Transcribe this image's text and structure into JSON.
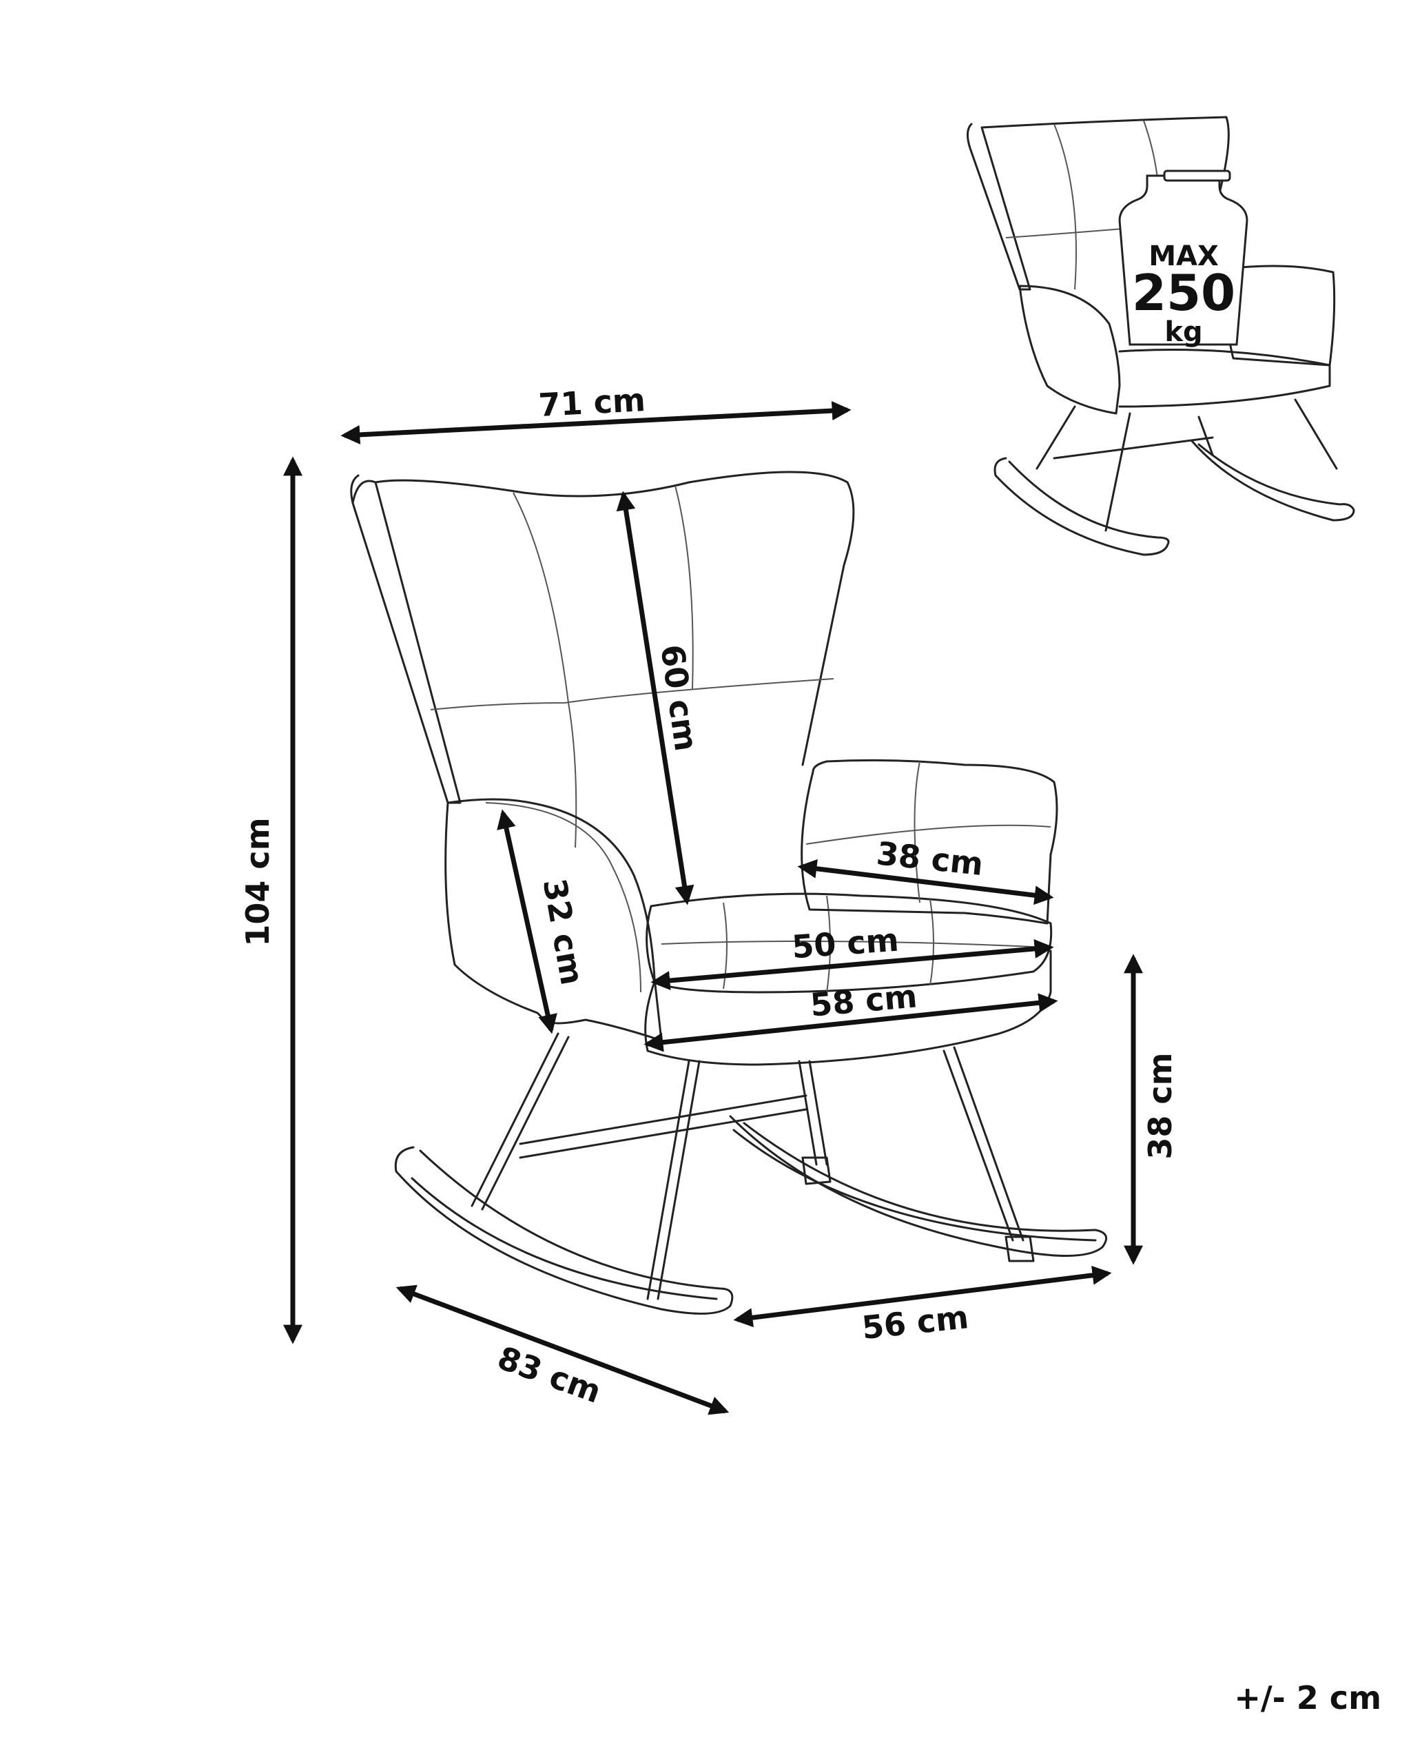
{
  "dimensions": {
    "width": "71 cm",
    "height": "104 cm",
    "backrest_height": "60 cm",
    "armrest_height": "32 cm",
    "armrest_depth": "38 cm",
    "seat_width": "50 cm",
    "seat_outer_width": "58 cm",
    "seat_height": "38 cm",
    "depth": "83 cm",
    "base_width": "56 cm"
  },
  "max_load": {
    "label": "MAX",
    "value": "250",
    "unit": "kg"
  },
  "tolerance": "+/- 2 cm"
}
